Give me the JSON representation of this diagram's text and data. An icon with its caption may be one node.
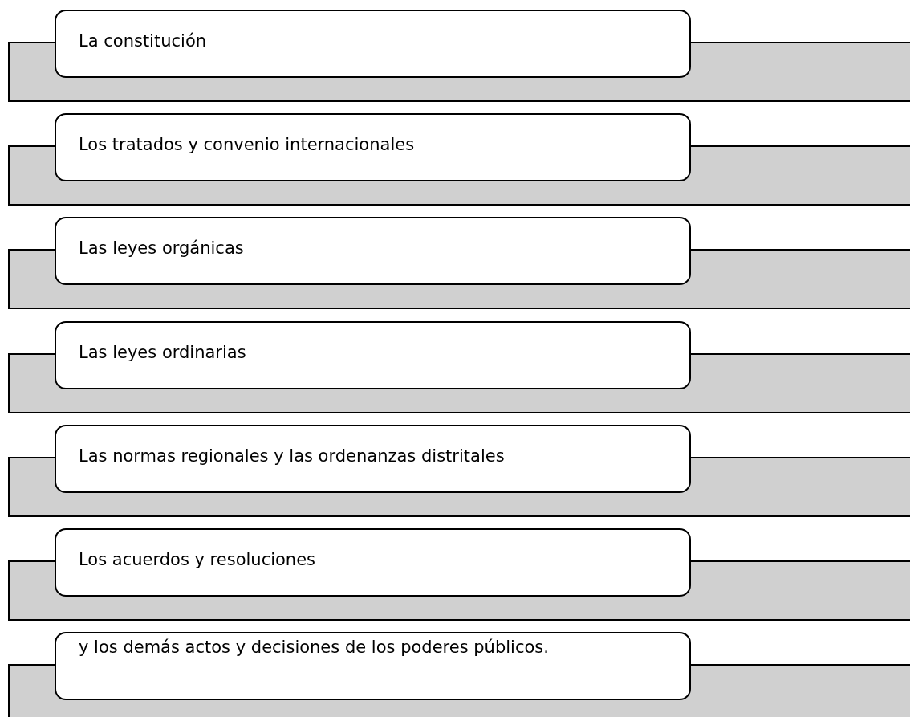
{
  "diagram": {
    "nodes": [
      {
        "text": [
          "La constitución"
        ]
      },
      {
        "text": [
          "Los tratados y convenio internacionales"
        ]
      },
      {
        "text": [
          "Las leyes orgánicas"
        ]
      },
      {
        "text": [
          "Las leyes ordinarias"
        ]
      },
      {
        "text": [
          "Las normas regionales y las ordenanzas distritales"
        ]
      },
      {
        "text": [
          "Los acuerdos y resoluciones"
        ]
      },
      {
        "text": [
          "y los demás actos y decisiones de los poderes públicos."
        ]
      }
    ]
  }
}
